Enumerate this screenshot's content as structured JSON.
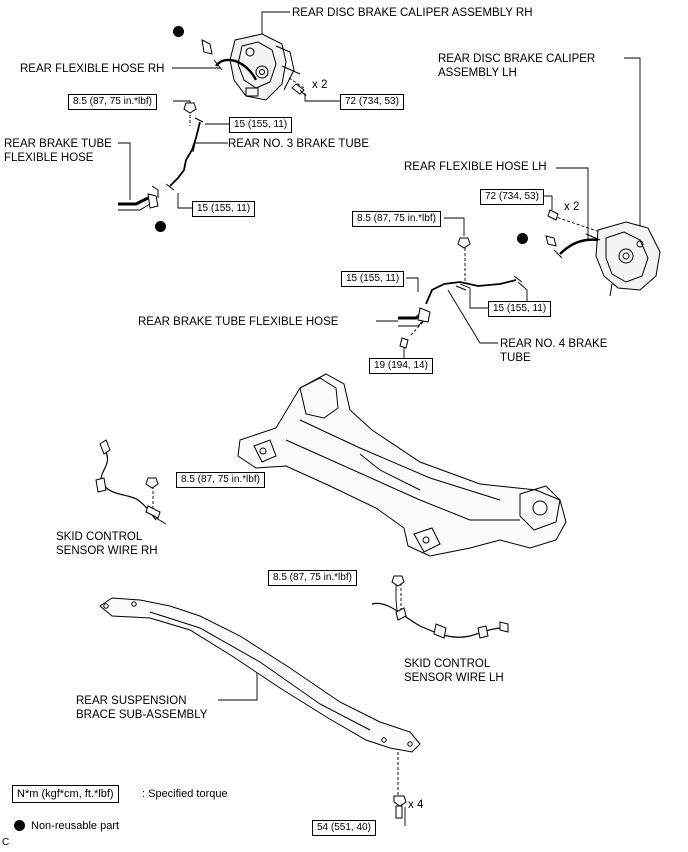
{
  "labels": {
    "caliper_rh": "REAR DISC BRAKE CALIPER ASSEMBLY RH",
    "flex_hose_rh": "REAR FLEXIBLE HOSE RH",
    "brake_tube_flex_hose_1_line1": "REAR BRAKE TUBE",
    "brake_tube_flex_hose_1_line2": "FLEXIBLE HOSE",
    "no3_brake_tube": "REAR NO. 3 BRAKE TUBE",
    "caliper_lh_line1": "REAR DISC BRAKE CALIPER",
    "caliper_lh_line2": "ASSEMBLY LH",
    "flex_hose_lh": "REAR FLEXIBLE HOSE LH",
    "brake_tube_flex_hose_2": "REAR BRAKE TUBE FLEXIBLE HOSE",
    "no4_brake_tube_line1": "REAR NO. 4 BRAKE",
    "no4_brake_tube_line2": "TUBE",
    "skid_rh_line1": "SKID CONTROL",
    "skid_rh_line2": "SENSOR WIRE RH",
    "skid_lh_line1": "SKID CONTROL",
    "skid_lh_line2": "SENSOR WIRE LH",
    "brace_line1": "REAR SUSPENSION",
    "brace_line2": "BRACE SUB-ASSEMBLY"
  },
  "torques": {
    "t_rh_caliper": "72 (734, 53)",
    "t_rh_hose_nut": "8.5 (87, 75 in.*lbf)",
    "t_no3_upper": "15 (155, 11)",
    "t_no3_lower": "15 (155, 11)",
    "t_lh_caliper": "72 (734, 53)",
    "t_lh_hose_nut": "8.5 (87, 75 in.*lbf)",
    "t_no4_left": "15 (155, 11)",
    "t_no4_right": "15 (155, 11)",
    "t_flex_bolt": "19 (194, 14)",
    "t_skid_rh": "8.5 (87, 75 in.*lbf)",
    "t_skid_lh": "8.5 (87, 75 in.*lbf)",
    "t_brace": "54 (551, 40)"
  },
  "quantities": {
    "q_rh_caliper": "x 2",
    "q_lh_caliper": "x 2",
    "q_brace": "x 4"
  },
  "legend": {
    "torque_unit": "N*m (kgf*cm, ft.*lbf)",
    "torque_desc": ": Specified torque",
    "nonreusable_desc": "Non-reusable part"
  },
  "corner_mark": "C",
  "icons": [
    "non-reusable-dot-icon"
  ]
}
